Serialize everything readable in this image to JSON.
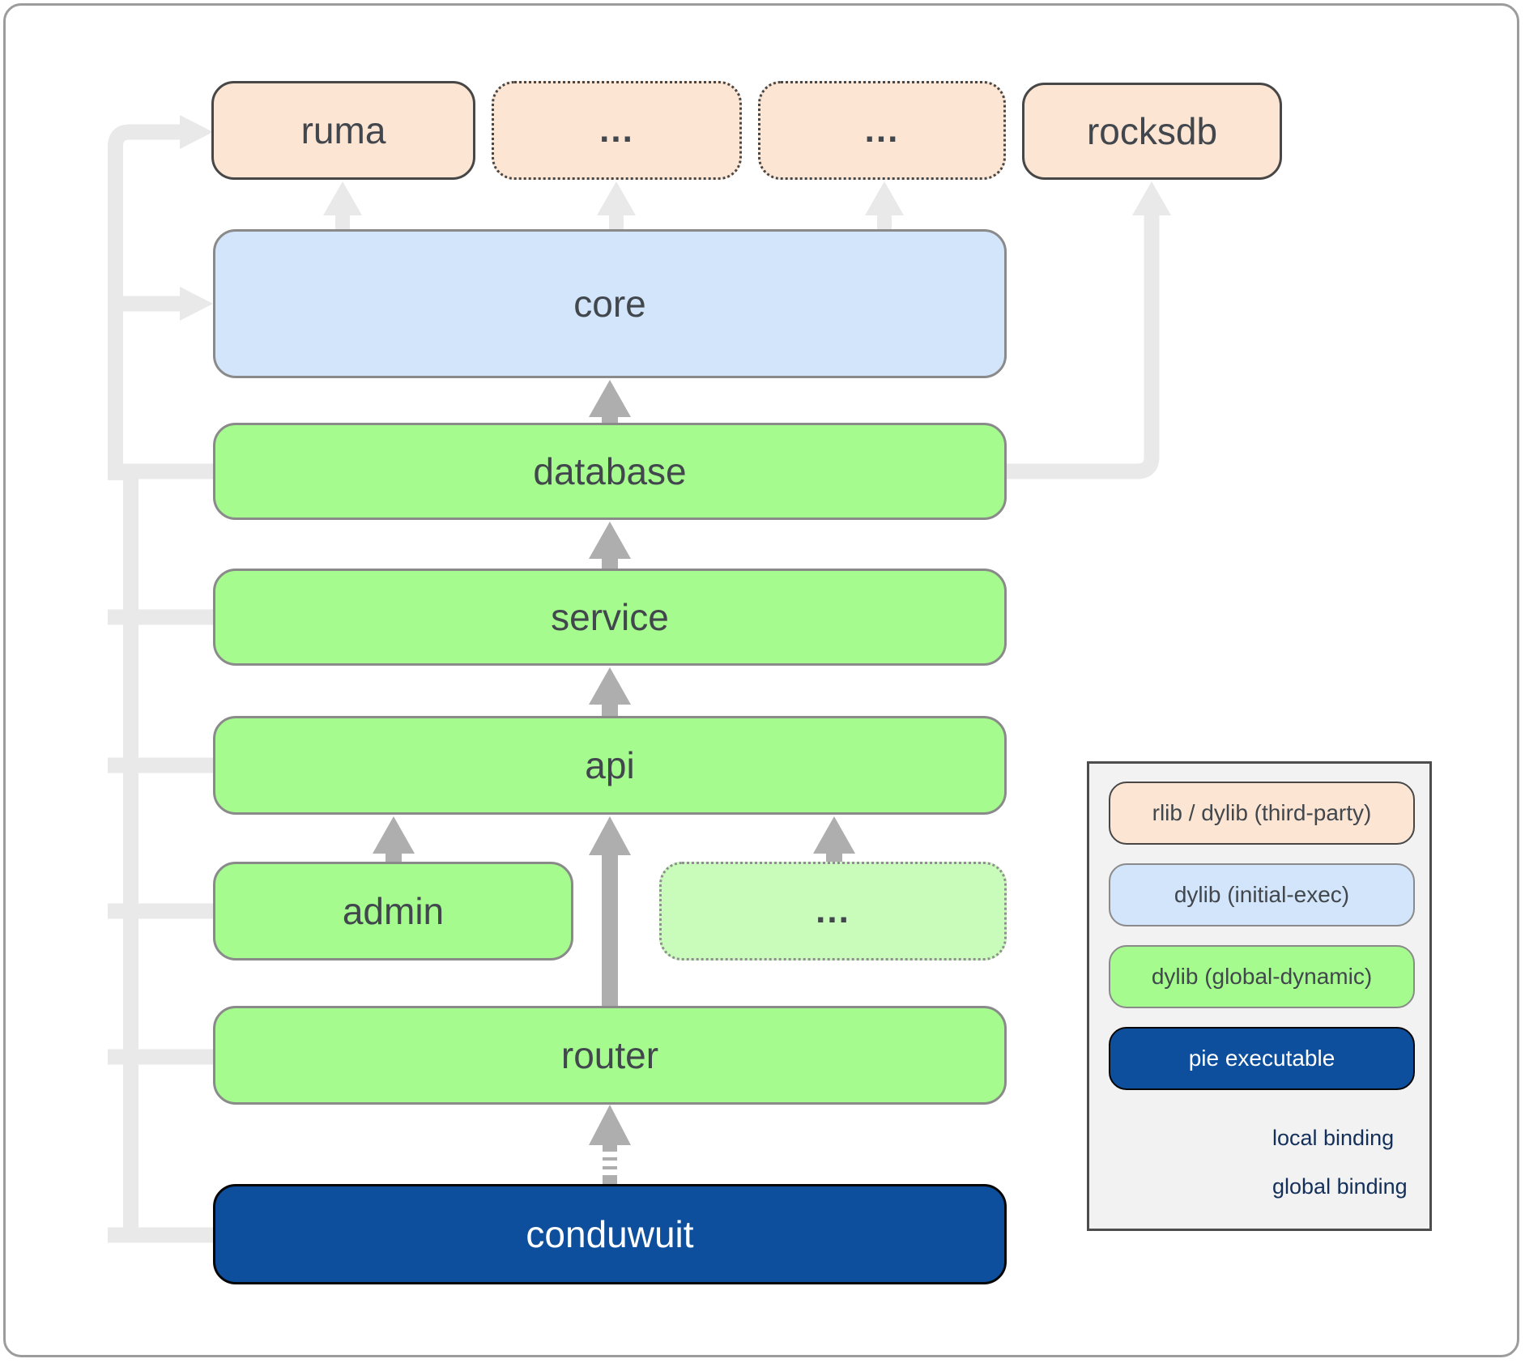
{
  "nodes": {
    "ruma": {
      "label": "ruma"
    },
    "third_party_1": {
      "label": "..."
    },
    "third_party_2": {
      "label": "..."
    },
    "rocksdb": {
      "label": "rocksdb"
    },
    "core": {
      "label": "core"
    },
    "database": {
      "label": "database"
    },
    "service": {
      "label": "service"
    },
    "api": {
      "label": "api"
    },
    "admin": {
      "label": "admin"
    },
    "more_apis": {
      "label": "..."
    },
    "router": {
      "label": "router"
    },
    "conduwuit": {
      "label": "conduwuit"
    }
  },
  "legend": {
    "items": [
      {
        "id": "rlib-dylib-third-party",
        "label": "rlib / dylib (third-party)",
        "color": "#fce5d3"
      },
      {
        "id": "dylib-initial-exec",
        "label": "dylib (initial-exec)",
        "color": "#d3e5fb"
      },
      {
        "id": "dylib-global-dynamic",
        "label": "dylib (global-dynamic)",
        "color": "#a5fb8d"
      },
      {
        "id": "pie-executable",
        "label": "pie executable",
        "color": "#0d4f9d"
      }
    ],
    "bindings": [
      {
        "id": "local-binding",
        "label": "local binding",
        "style": "dashed"
      },
      {
        "id": "global-binding",
        "label": "global binding",
        "style": "solid"
      }
    ]
  },
  "colors": {
    "third_party_fill": "#fce5d3",
    "initial_exec_fill": "#d3e5fb",
    "global_dynamic_fill": "#a5fb8d",
    "global_dynamic_light_fill": "#c9fcba",
    "pie_executable_fill": "#0d4f9d",
    "light_connector": "#e9e9e9",
    "mid_connector": "#aeaeae",
    "legend_connector": "#b9b9b9",
    "label_text": "#41474c",
    "legend_label_text": "#14305a"
  }
}
